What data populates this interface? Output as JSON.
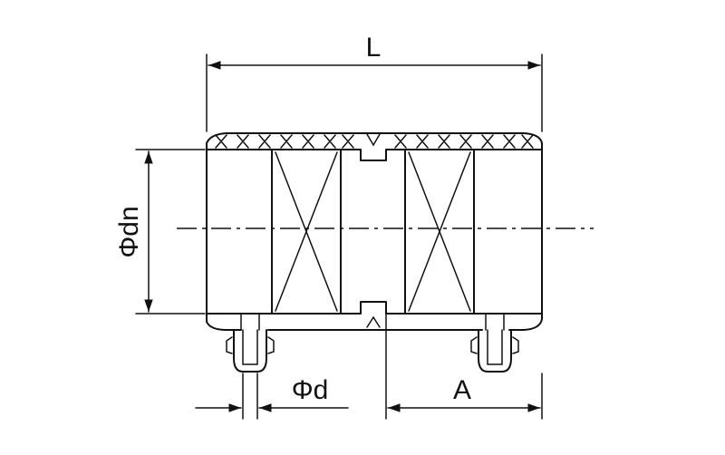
{
  "drawing": {
    "colors": {
      "line": "#111111",
      "background": "#ffffff"
    },
    "labels": {
      "length": "L",
      "outer_diameter": "Φdn",
      "pin_diameter": "Φd",
      "distance": "A"
    }
  }
}
